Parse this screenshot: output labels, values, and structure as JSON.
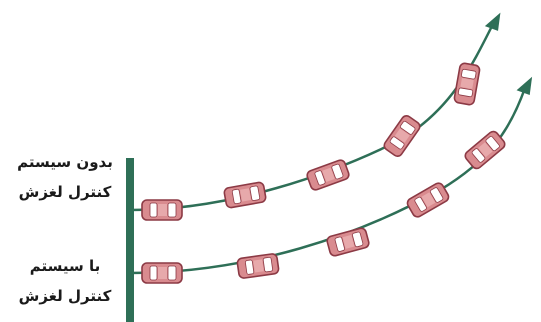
{
  "labels": {
    "without": {
      "line1": "بدون سیستم",
      "line2": "کنترل لغزش"
    },
    "with": {
      "line1": "با سیستم",
      "line2": "کنترل لغزش"
    }
  },
  "colors": {
    "path": "#2e6f57",
    "wall": "#2e6f57",
    "car_body": "#d98b8f",
    "car_outline": "#8c3a45",
    "window": "#ffffff",
    "text": "#1a1a1a"
  },
  "icons": {
    "car": "car-top-view-icon",
    "arrow": "arrow-head-icon"
  }
}
